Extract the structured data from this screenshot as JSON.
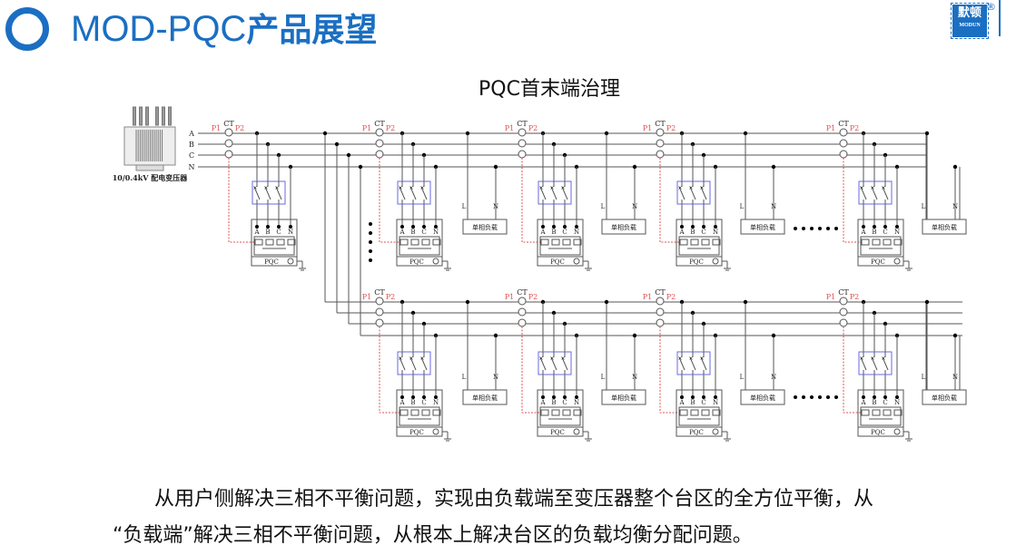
{
  "header": {
    "title_en": "MOD-PQC",
    "title_cn": "产品展望",
    "logo_cn": "默顿",
    "logo_en": "MODUN",
    "registered": "®"
  },
  "diagram": {
    "title": "PQC首末端治理",
    "transformer_label": "10/0.4kV 配电变压器",
    "ct": "CT",
    "p1": "P1",
    "p2": "P2",
    "phases": [
      "A",
      "B",
      "C",
      "N"
    ],
    "load_l": "L",
    "load_n": "N",
    "load_label": "单相负载",
    "device_label": "PQC",
    "colors": {
      "line": "#555555",
      "switch_box": "#6a6ae0",
      "ct_label": "#e05050",
      "dot": "#000000"
    }
  },
  "paragraph": {
    "line1": "从用户侧解决三相不平衡问题，实现由负载端至变压器整个台区的全方位平衡，从",
    "line2": "“负载端”解决三相不平衡问题，从根本上解决台区的负载均衡分配问题。"
  }
}
